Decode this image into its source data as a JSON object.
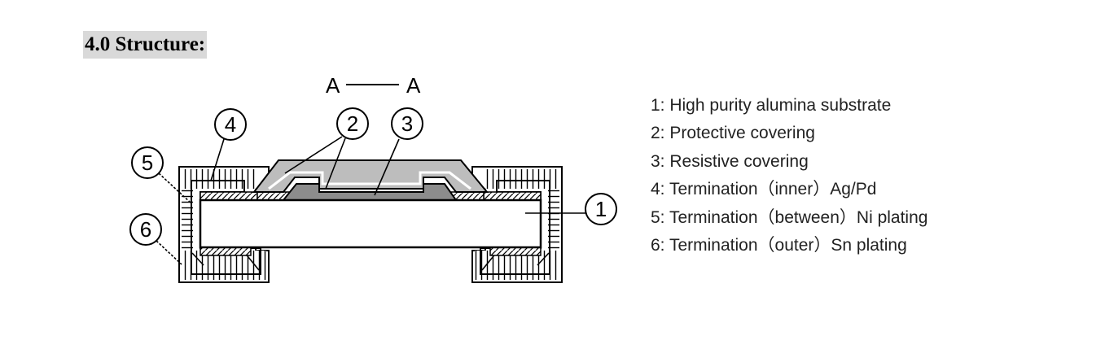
{
  "title": "4.0 Structure:",
  "section_label": {
    "left": "A",
    "right": "A"
  },
  "callouts": [
    "1",
    "2",
    "3",
    "4",
    "5",
    "6"
  ],
  "legend": [
    "1: High purity alumina substrate",
    "2: Protective covering",
    "3: Resistive covering",
    "4: Termination（inner）Ag/Pd",
    "5: Termination（between）Ni plating",
    "6: Termination（outer）Sn plating"
  ],
  "colors": {
    "protective": "#bdbdbd",
    "resistive": "#8c8c8c",
    "title_bg": "#d9d9d9"
  }
}
